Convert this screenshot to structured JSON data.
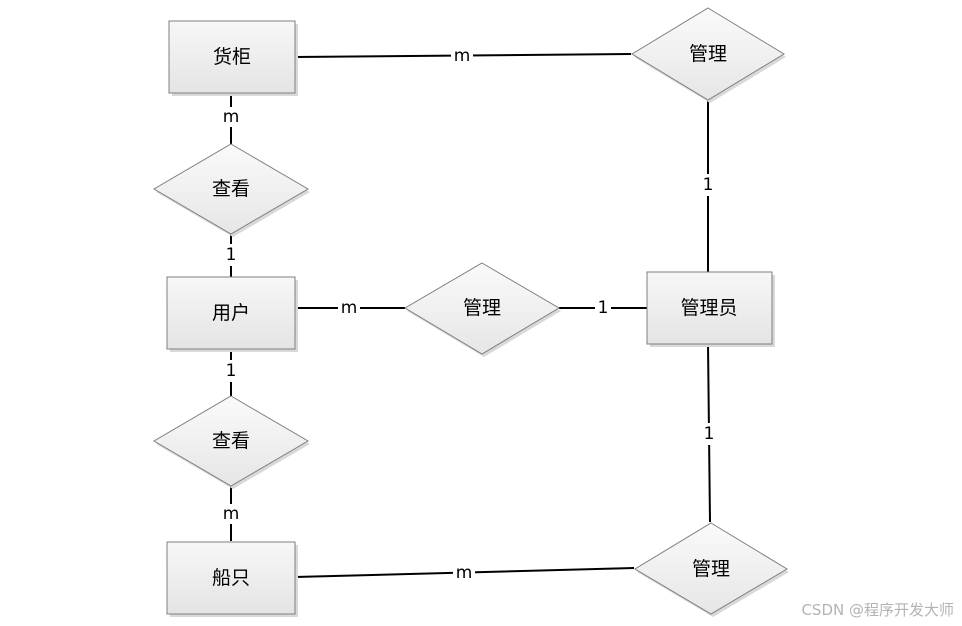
{
  "diagram": {
    "entities": {
      "cabinet": "货柜",
      "user": "用户",
      "ship": "船只",
      "admin": "管理员"
    },
    "relationships": {
      "view_cabinet": "查看",
      "view_ship": "查看",
      "manage_cabinet": "管理",
      "manage_user": "管理",
      "manage_ship": "管理"
    },
    "cardinalities": {
      "cabinet_view": "m",
      "view_user_top": "1",
      "user_view": "1",
      "view_ship": "m",
      "cabinet_manage": "m",
      "manage_admin_top": "1",
      "user_manage": "m",
      "manage_admin_mid": "1",
      "admin_manage_bottom": "1",
      "ship_manage": "m"
    },
    "colors": {
      "shape_fill_top": "#ffffff",
      "shape_fill_bottom": "#e6e6e6",
      "shape_stroke": "#7f7f7f",
      "line": "#000000"
    }
  },
  "watermark": "CSDN @程序开发大师"
}
